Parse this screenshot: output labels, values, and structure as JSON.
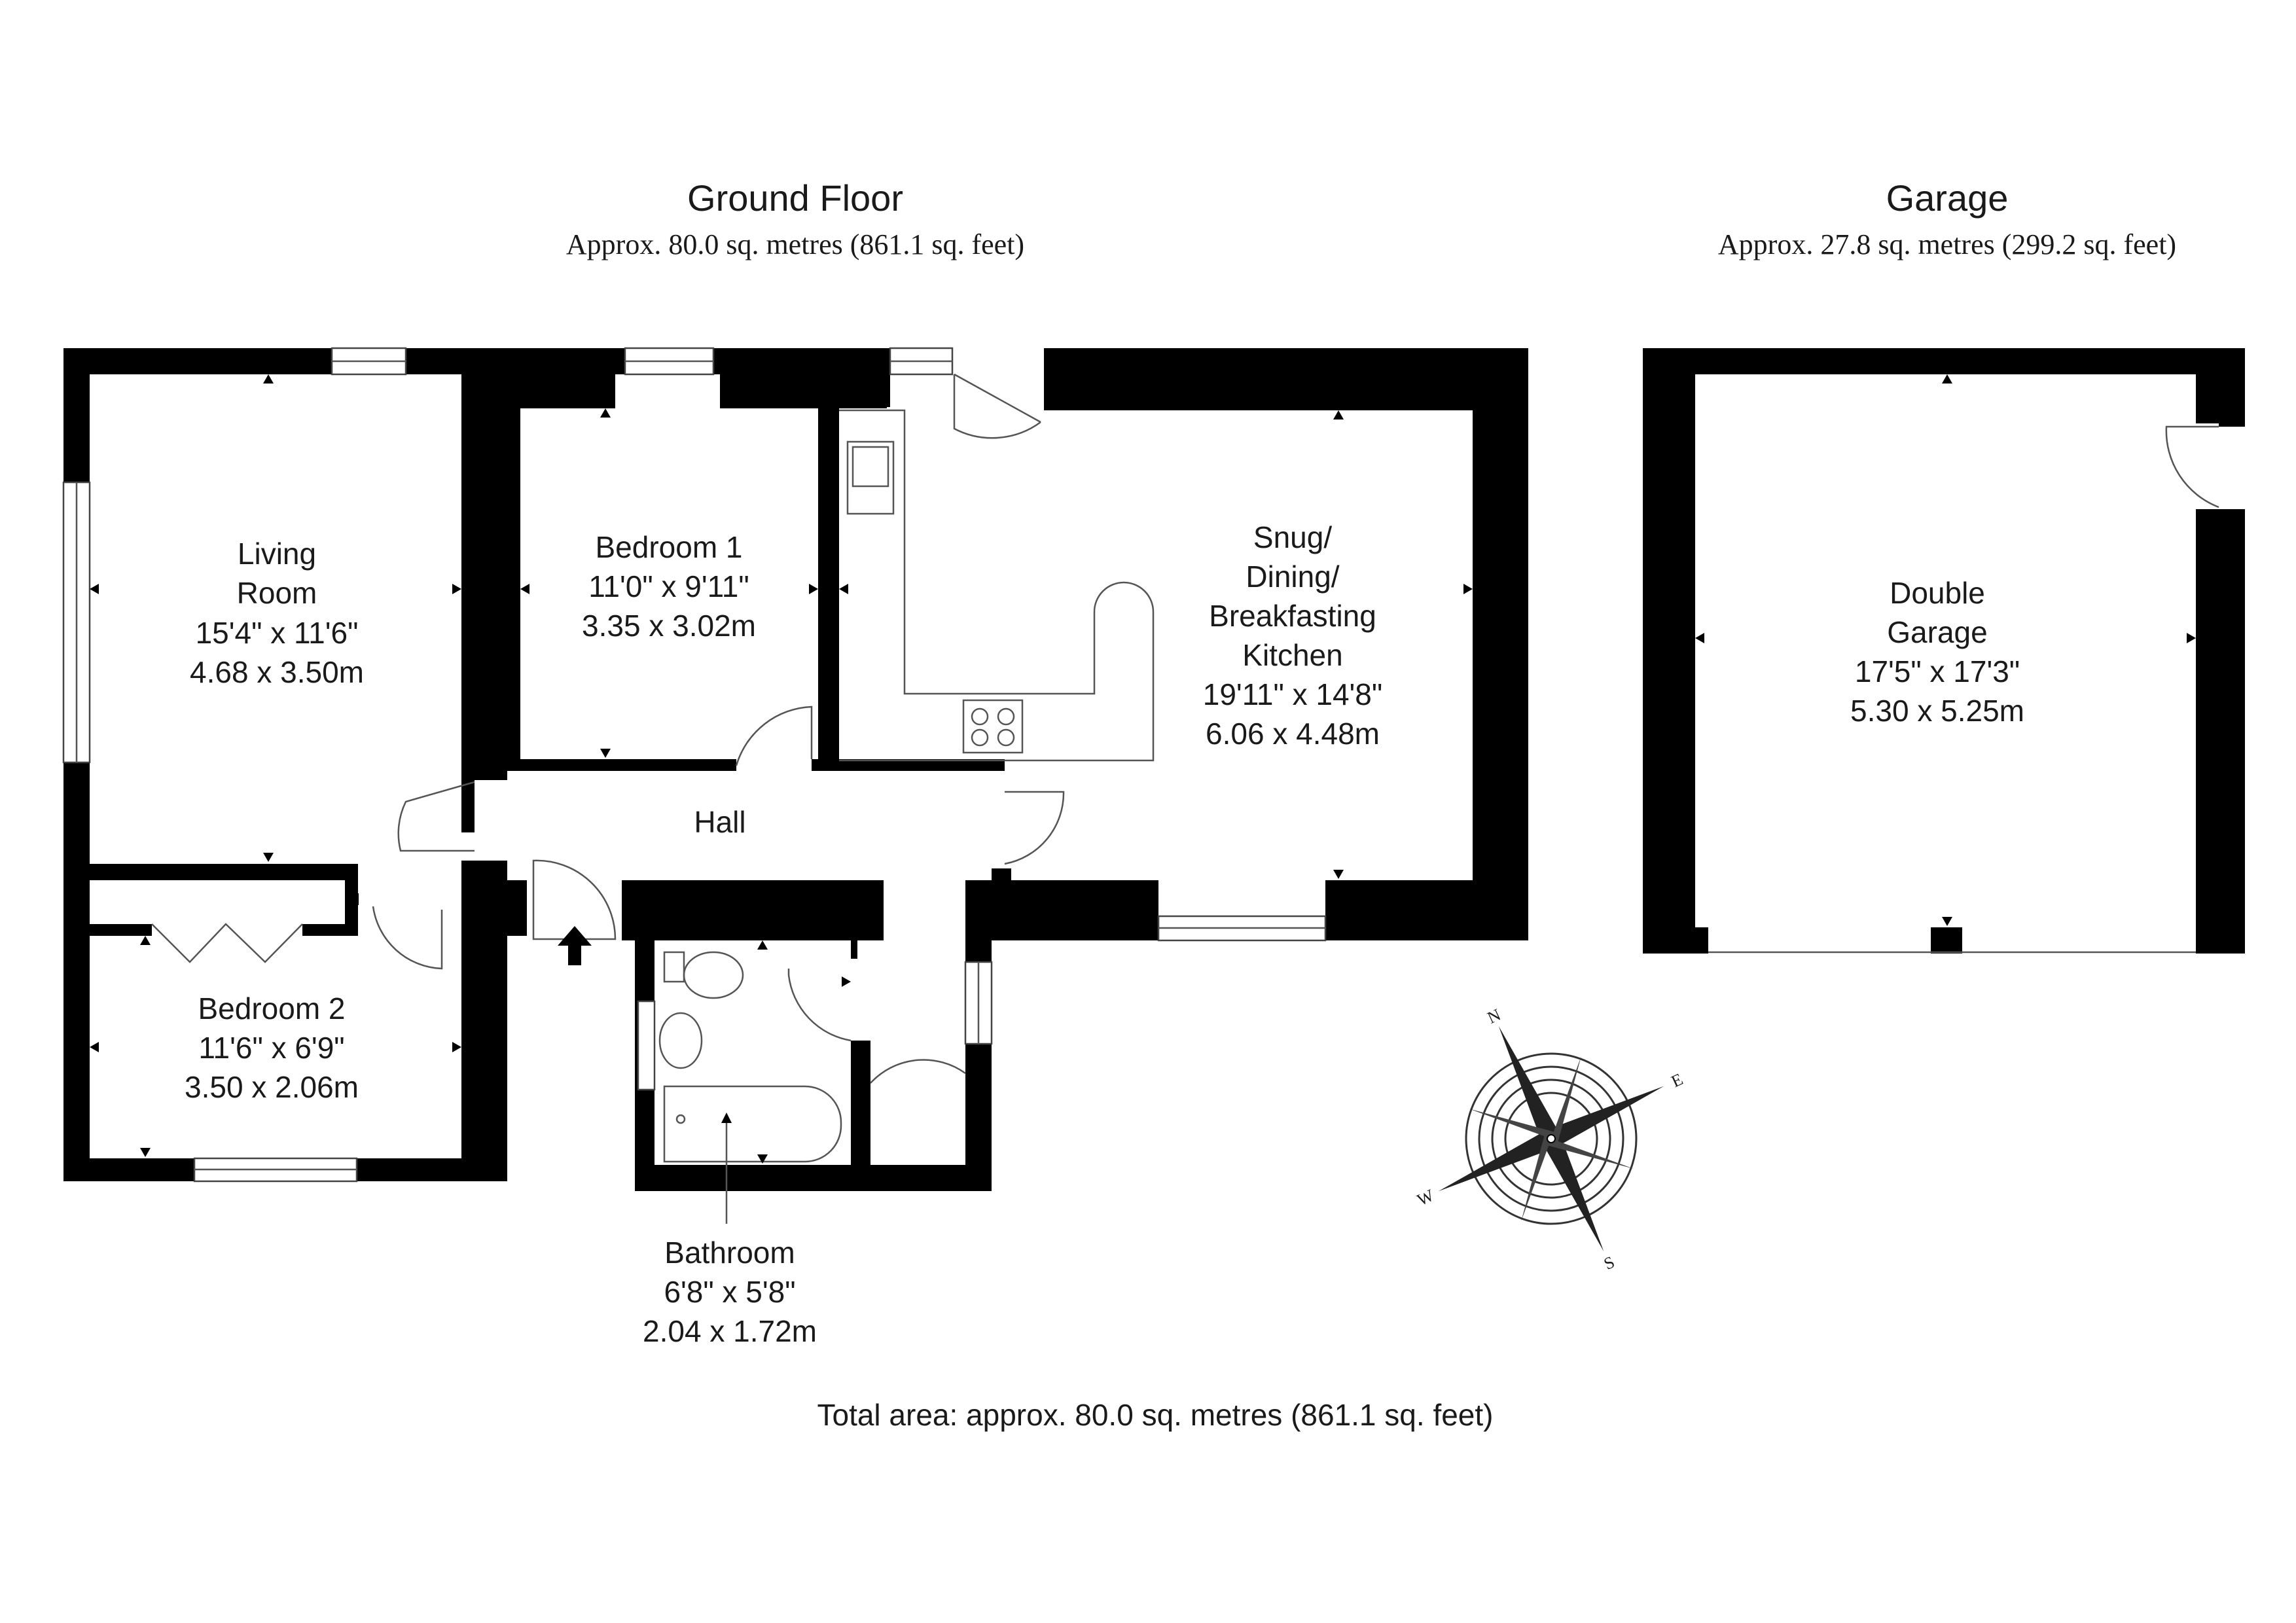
{
  "floors": {
    "ground": {
      "title": "Ground Floor",
      "area": "Approx. 80.0 sq. metres (861.1 sq. feet)"
    },
    "garage": {
      "title": "Garage",
      "area": "Approx. 27.8 sq. metres (299.2 sq. feet)"
    }
  },
  "rooms": {
    "living": {
      "name1": "Living",
      "name2": "Room",
      "imperial": "15'4\" x 11'6\"",
      "metric": "4.68 x 3.50m"
    },
    "bedroom1": {
      "name": "Bedroom 1",
      "imperial": "11'0\" x 9'11\"",
      "metric": "3.35 x 3.02m"
    },
    "kitchen": {
      "name1": "Snug/",
      "name2": "Dining/",
      "name3": "Breakfasting",
      "name4": "Kitchen",
      "imperial": "19'11\" x 14'8\"",
      "metric": "6.06 x 4.48m"
    },
    "hall": {
      "name": "Hall"
    },
    "bedroom2": {
      "name": "Bedroom 2",
      "imperial": "11'6\" x 6'9\"",
      "metric": "3.50 x 2.06m"
    },
    "bathroom": {
      "name": "Bathroom",
      "imperial": "6'8\" x 5'8\"",
      "metric": "2.04 x 1.72m"
    },
    "garage": {
      "name1": "Double",
      "name2": "Garage",
      "imperial": "17'5\" x 17'3\"",
      "metric": "5.30 x 5.25m"
    }
  },
  "compass": {
    "n": "N",
    "e": "E",
    "s": "S",
    "w": "W"
  },
  "footer": {
    "total": "Total area: approx. 80.0 sq. metres (861.1 sq. feet)"
  }
}
